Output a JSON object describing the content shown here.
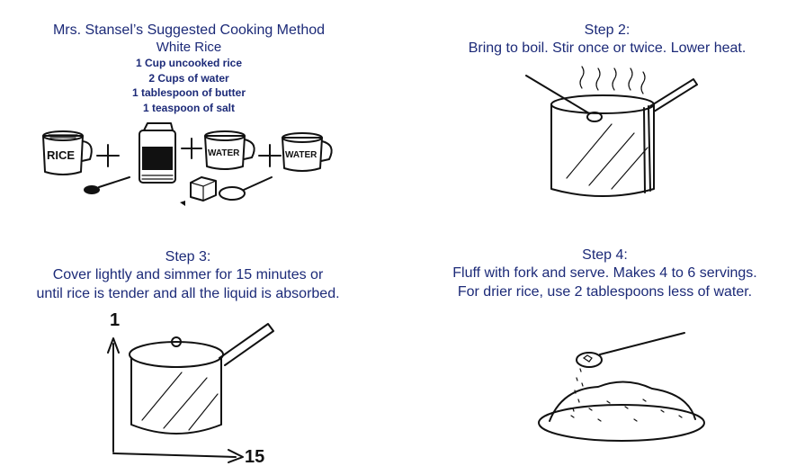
{
  "recipe": {
    "heading": "Mrs. Stansel’s Suggested Cooking Method",
    "subheading": "White Rice",
    "ingredients": [
      "1 Cup uncooked rice",
      "2 Cups of water",
      "1 tablespoon of butter",
      "1 teaspoon of salt"
    ],
    "cup_label_rice": "RICE",
    "cup_label_water_1": "WATER",
    "cup_label_water_2": "WATER"
  },
  "step2": {
    "title": "Step 2:",
    "text": "Bring to boil.  Stir once or twice.  Lower heat."
  },
  "step3": {
    "title": "Step 3:",
    "lines": [
      "Cover lightly and simmer for 15 minutes or",
      "until rice is tender and all the liquid is absorbed."
    ],
    "arrow_label_top": "1",
    "arrow_label_right": "15"
  },
  "step4": {
    "title": "Step 4:",
    "lines": [
      "Fluff with fork and serve.  Makes 4 to 6 servings.",
      "For drier rice, use 2 tablespoons less of water."
    ]
  }
}
